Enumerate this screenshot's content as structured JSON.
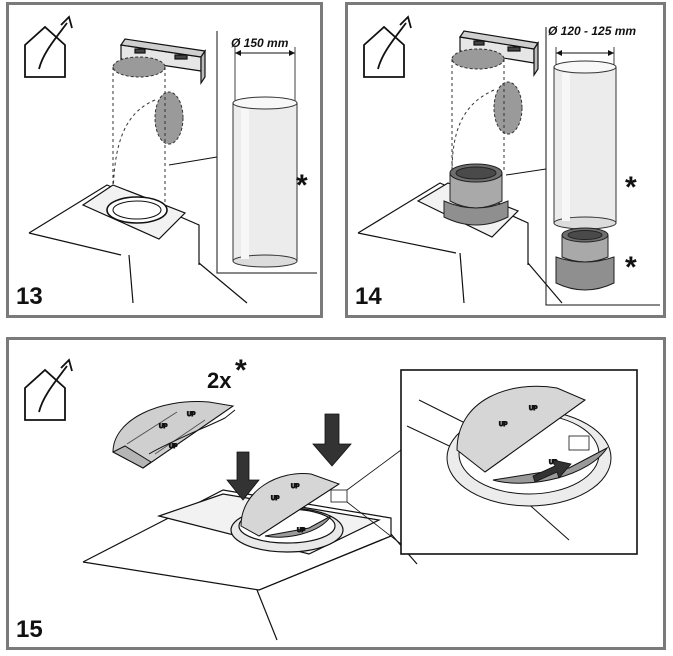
{
  "panels": [
    {
      "step": "13",
      "dimension": "Ø 150 mm",
      "marker": "*"
    },
    {
      "step": "14",
      "dimension": "Ø 120 - 125 mm",
      "marker": "*"
    },
    {
      "step": "15",
      "quantity": "2x",
      "marker": "*",
      "flap_labels": [
        "UP",
        "UP",
        "UP",
        "UP"
      ]
    }
  ],
  "icons": [
    "outdoor-exhaust-icon",
    "outdoor-exhaust-icon",
    "outdoor-exhaust-icon"
  ]
}
